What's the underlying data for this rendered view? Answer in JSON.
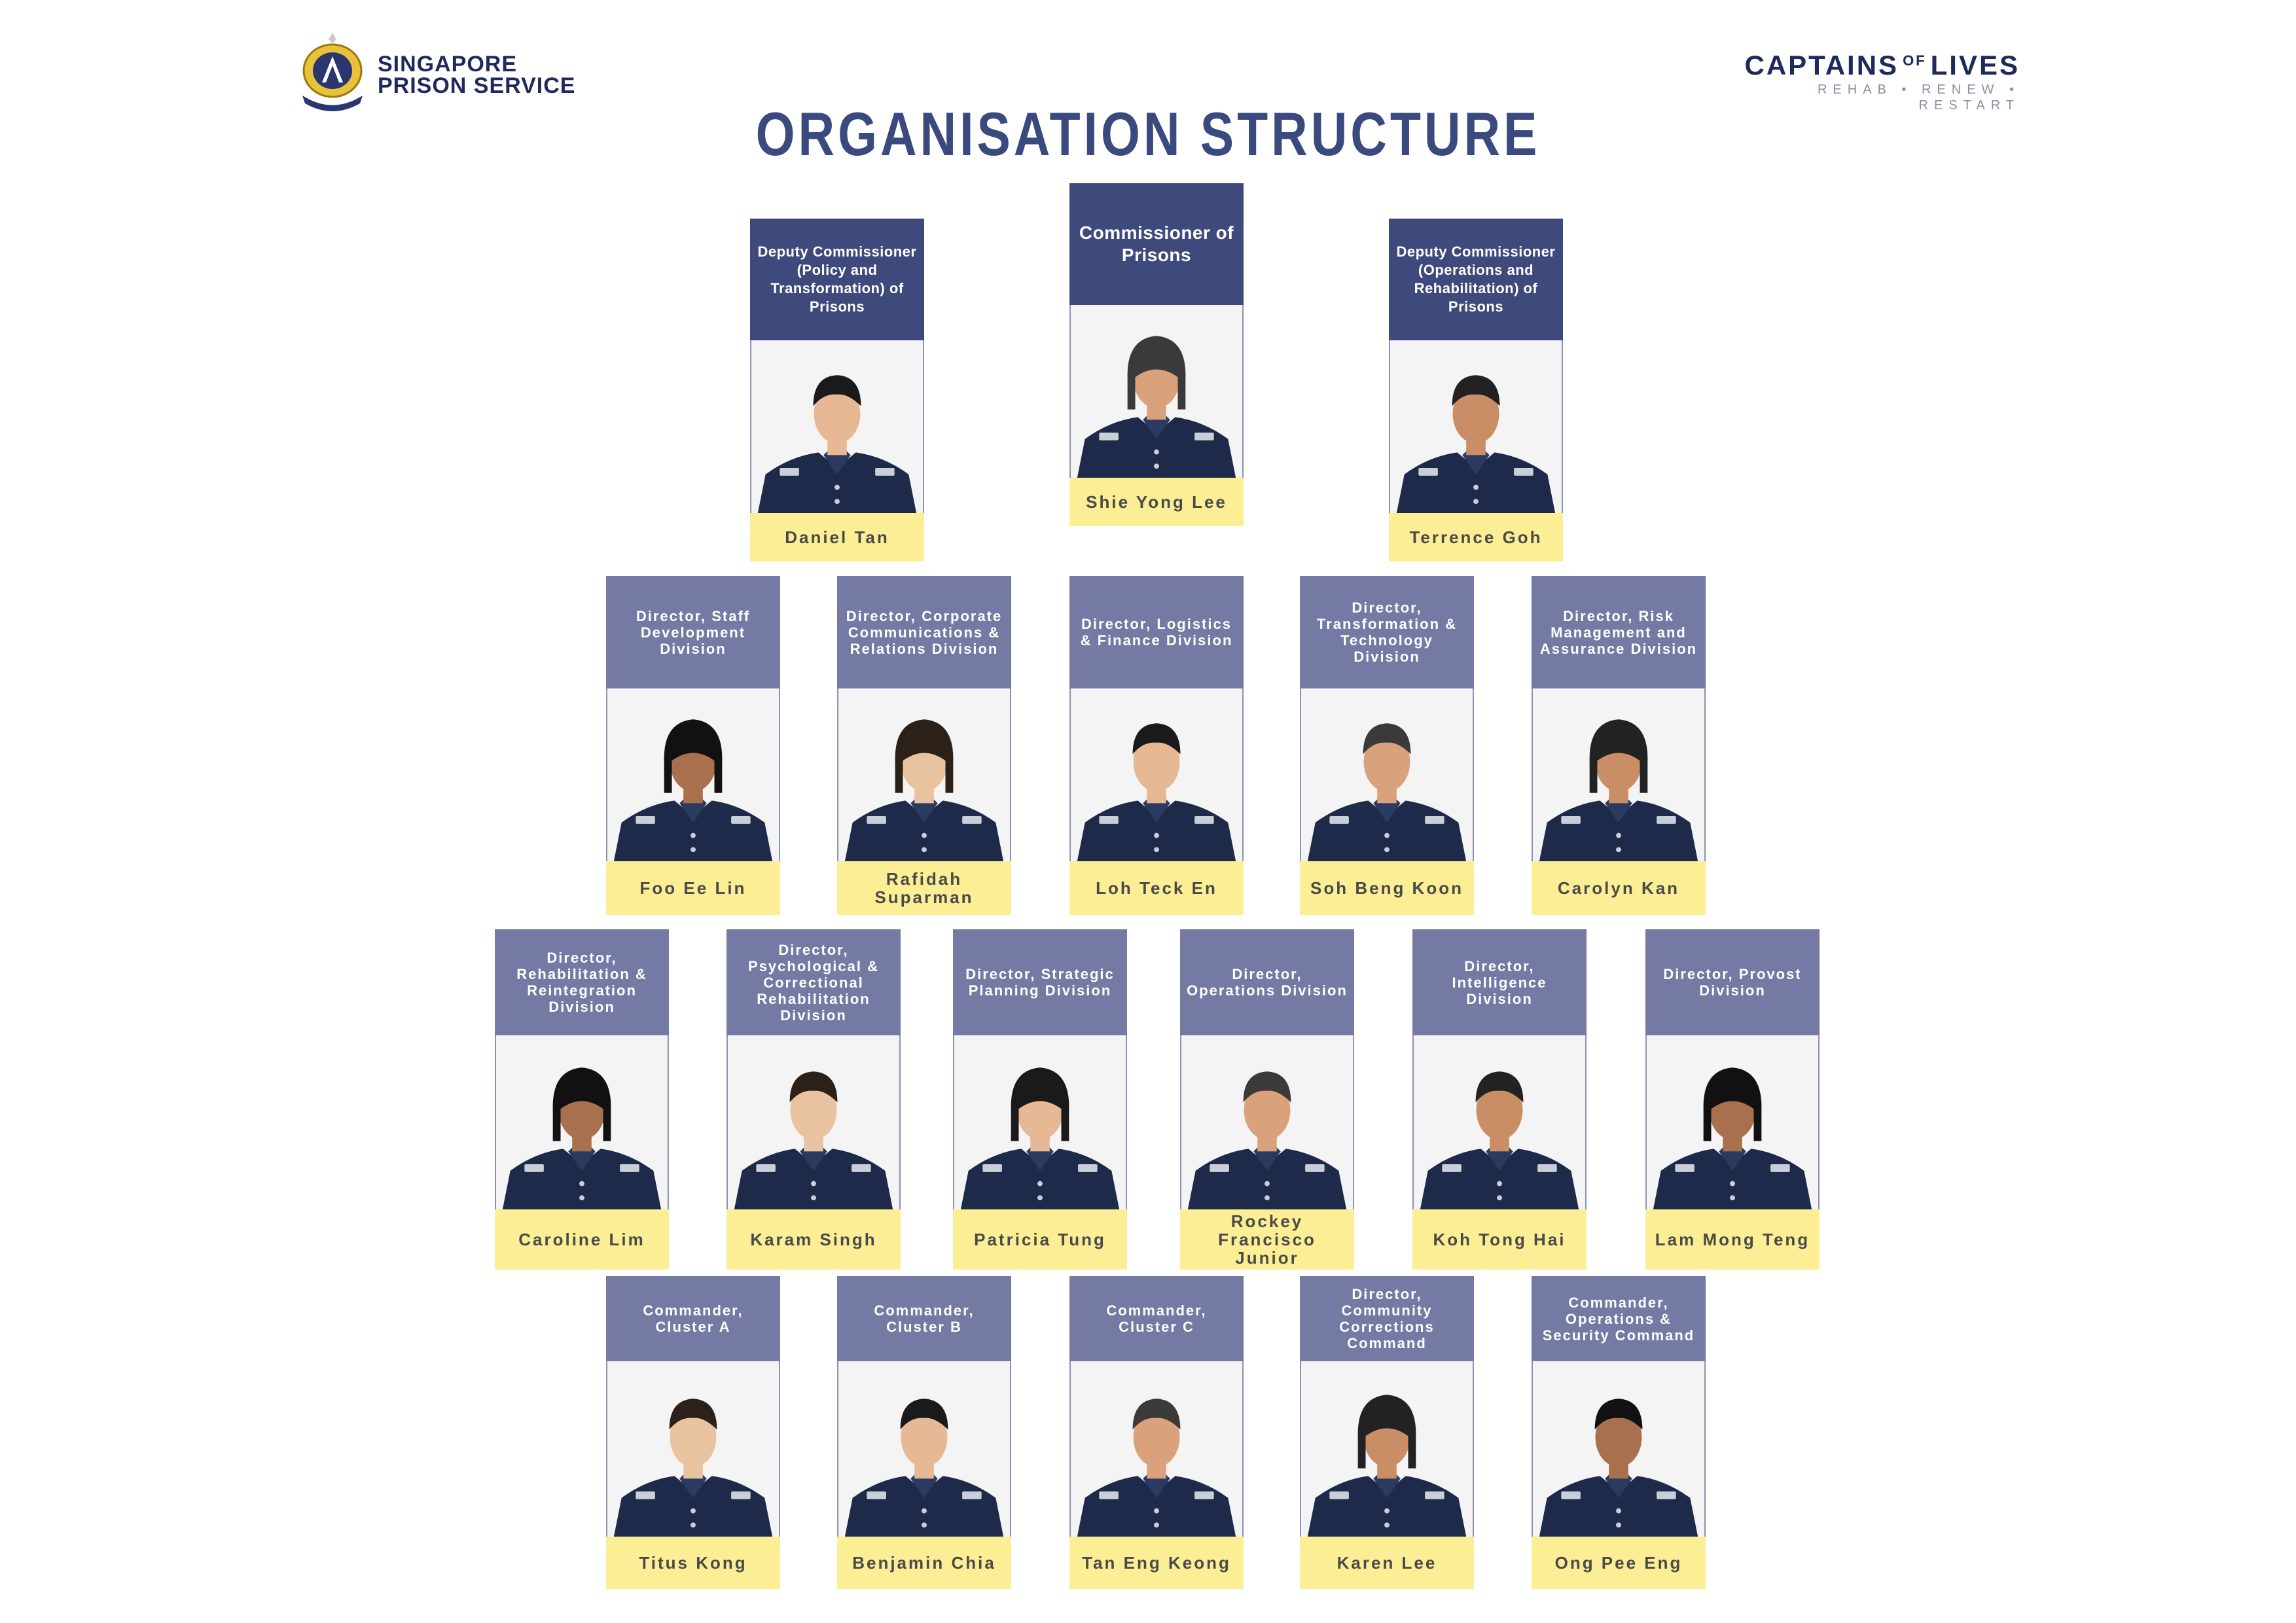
{
  "header": {
    "org_line1": "SINGAPORE",
    "org_line2": "PRISON SERVICE",
    "brand": {
      "captains": "CAPTAINS",
      "of": "OF",
      "lives": "LIVES",
      "tagline": "REHAB • RENEW • RESTART"
    },
    "title": "ORGANISATION STRUCTURE"
  },
  "colors": {
    "title_bar": "#747aa3",
    "lead_bar": "#3f4a7c",
    "name_bar": "#fbee94",
    "heading": "#3b4a7e"
  },
  "leaders": [
    {
      "id": "dc-policy",
      "title": "Deputy Commissioner (Policy and Transformation) of Prisons",
      "name": "Daniel Tan"
    },
    {
      "id": "commissioner",
      "title": "Commissioner of Prisons",
      "name": "Shie Yong Lee"
    },
    {
      "id": "dc-operations",
      "title": "Deputy Commissioner (Operations and Rehabilitation) of Prisons",
      "name": "Terrence Goh"
    }
  ],
  "row2": [
    {
      "id": "staff-dev",
      "title": "Director, Staff Development Division",
      "name": "Foo Ee Lin"
    },
    {
      "id": "corp-comms",
      "title": "Director, Corporate Communications & Relations Division",
      "name": "Rafidah Suparman"
    },
    {
      "id": "logistics",
      "title": "Director, Logistics & Finance Division",
      "name": "Loh Teck En"
    },
    {
      "id": "transformation",
      "title": "Director, Transformation & Technology Division",
      "name": "Soh Beng Koon"
    },
    {
      "id": "risk",
      "title": "Director, Risk Management and Assurance Division",
      "name": "Carolyn Kan"
    }
  ],
  "row3": [
    {
      "id": "rehab",
      "title": "Director, Rehabilitation & Reintegration Division",
      "name": "Caroline Lim"
    },
    {
      "id": "psych",
      "title": "Director, Psychological & Correctional Rehabilitation Division",
      "name": "Karam Singh"
    },
    {
      "id": "strategic",
      "title": "Director, Strategic Planning Division",
      "name": "Patricia Tung"
    },
    {
      "id": "operations",
      "title": "Director, Operations Division",
      "name": "Rockey Francisco Junior"
    },
    {
      "id": "intelligence",
      "title": "Director, Intelligence Division",
      "name": "Koh Tong Hai"
    },
    {
      "id": "provost",
      "title": "Director, Provost Division",
      "name": "Lam Mong Teng"
    }
  ],
  "row4": [
    {
      "id": "cluster-a",
      "title": "Commander, Cluster A",
      "name": "Titus Kong"
    },
    {
      "id": "cluster-b",
      "title": "Commander, Cluster B",
      "name": "Benjamin Chia"
    },
    {
      "id": "cluster-c",
      "title": "Commander, Cluster C",
      "name": "Tan Eng Keong"
    },
    {
      "id": "community",
      "title": "Director, Community Corrections Command",
      "name": "Karen Lee"
    },
    {
      "id": "ops-security",
      "title": "Commander, Operations & Security Command",
      "name": "Ong Pee Eng"
    }
  ]
}
